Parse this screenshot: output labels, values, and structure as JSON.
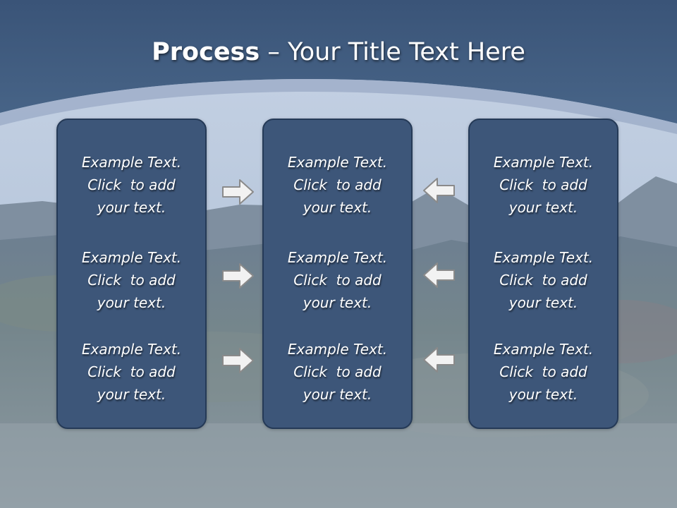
{
  "slide": {
    "title_bold": "Process",
    "title_rest": " – Your Title Text Here"
  },
  "columns": [
    {
      "cells": [
        {
          "line1": "Example Text.",
          "line2": "Click  to add",
          "line3": "your text."
        },
        {
          "line1": "Example Text.",
          "line2": "Click  to add",
          "line3": "your text."
        },
        {
          "line1": "Example Text.",
          "line2": "Click  to add",
          "line3": "your text."
        }
      ]
    },
    {
      "cells": [
        {
          "line1": "Example Text.",
          "line2": "Click  to add",
          "line3": "your text."
        },
        {
          "line1": "Example Text.",
          "line2": "Click  to add",
          "line3": "your text."
        },
        {
          "line1": "Example Text.",
          "line2": "Click  to add",
          "line3": "your text."
        }
      ]
    },
    {
      "cells": [
        {
          "line1": "Example Text.",
          "line2": "Click  to add",
          "line3": "your text."
        },
        {
          "line1": "Example Text.",
          "line2": "Click  to add",
          "line3": "your text."
        },
        {
          "line1": "Example Text.",
          "line2": "Click  to add",
          "line3": "your text."
        }
      ]
    }
  ],
  "arrows": {
    "left_group": "arrow-right-icon",
    "right_group": "arrow-left-icon"
  },
  "colors": {
    "header": "#3e5a80",
    "box_fill": "#3d5679",
    "box_border": "#253a57",
    "arrow_fill": "#f2f2f2",
    "arrow_stroke": "#8a8a8a"
  }
}
